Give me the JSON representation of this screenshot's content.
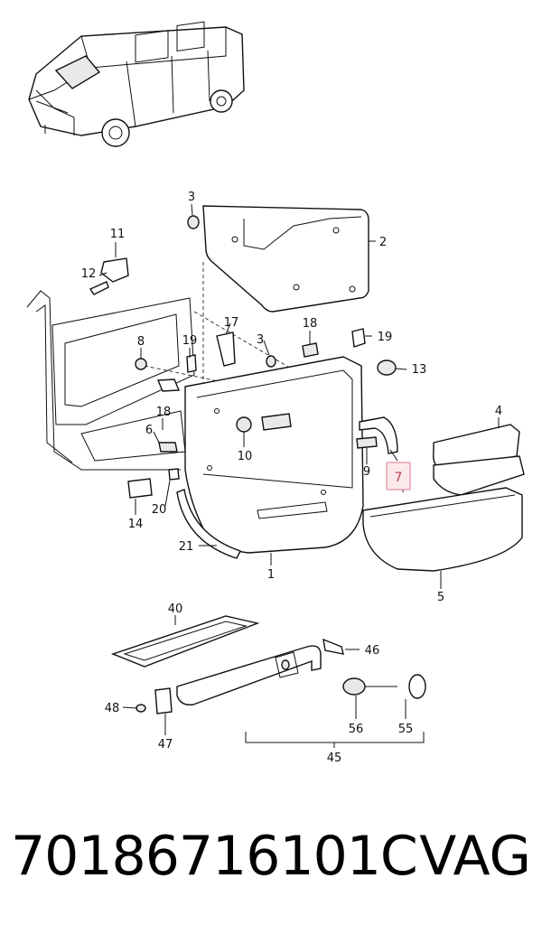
{
  "callouts": [
    "1",
    "2",
    "3",
    "3",
    "4",
    "5",
    "6",
    "7",
    "8",
    "9",
    "10",
    "11",
    "12",
    "13",
    "14",
    "17",
    "18",
    "18",
    "19",
    "19",
    "20",
    "21",
    "40",
    "45",
    "46",
    "47",
    "48",
    "55",
    "56"
  ],
  "highlight_label": "7",
  "footer": {
    "part_number": "70186716101C",
    "brand": "VAG"
  }
}
